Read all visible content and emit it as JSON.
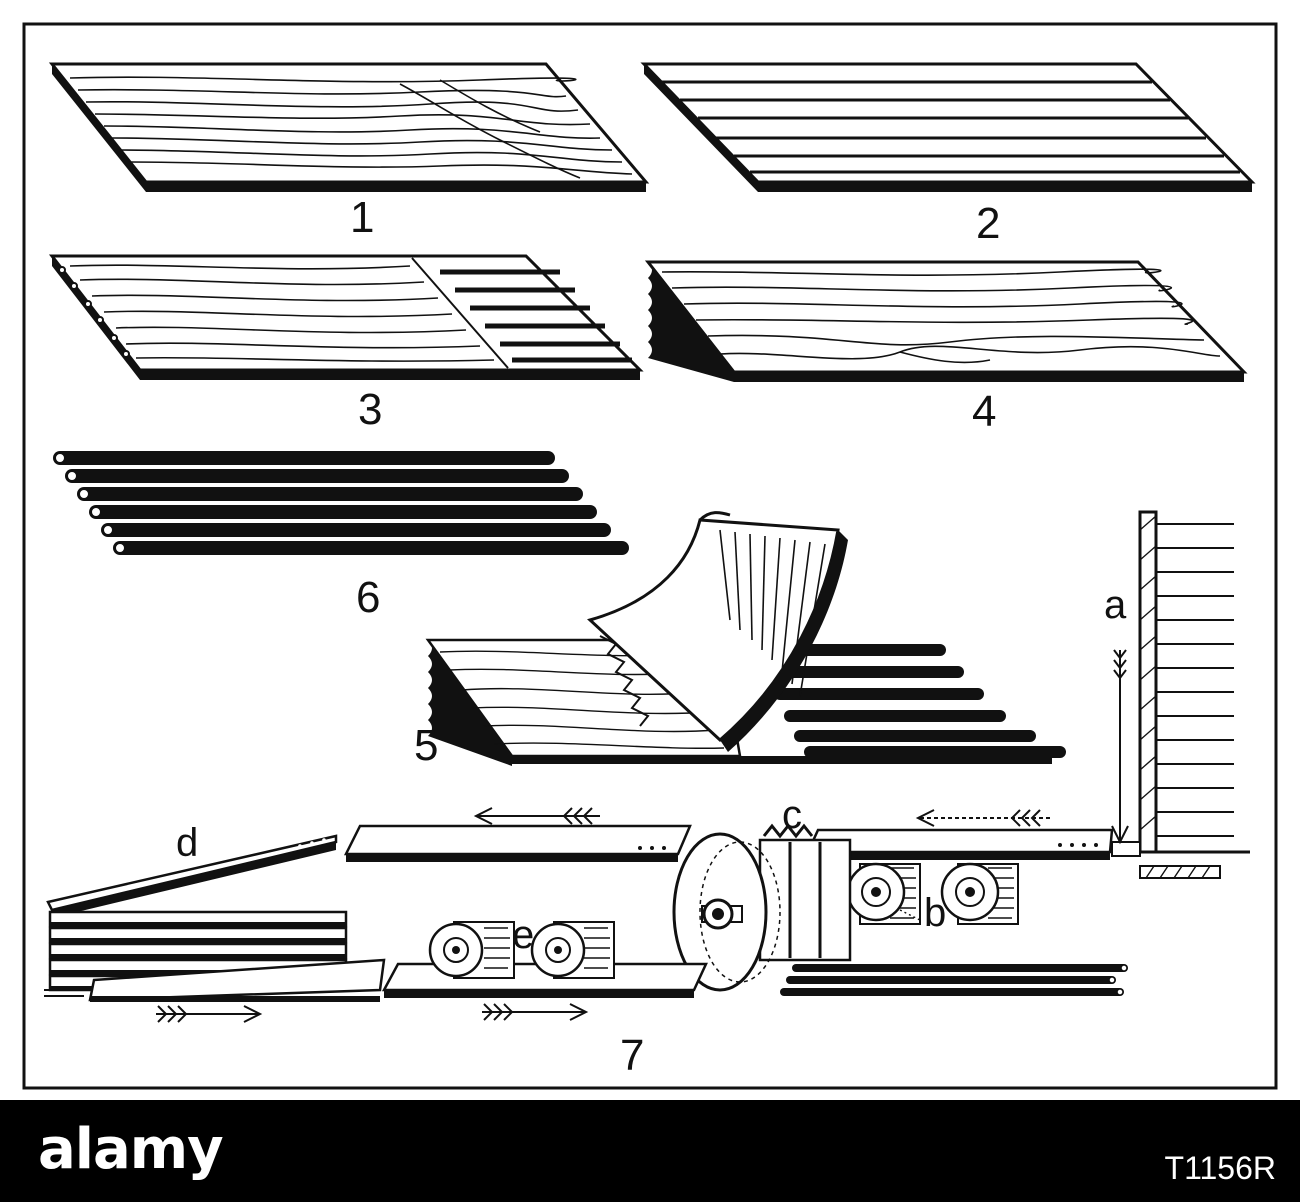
{
  "figure": {
    "labels": {
      "n1": "1",
      "n2": "2",
      "n3": "3",
      "n4": "4",
      "n5": "5",
      "n6": "6",
      "n7": "7",
      "a": "a",
      "b": "b",
      "c": "c",
      "d": "d",
      "e": "e"
    }
  },
  "watermark": {
    "logo": "alamy",
    "ref": "T1156R"
  },
  "colors": {
    "ink": "#111111",
    "paper": "#ffffff",
    "banner": "#000000"
  }
}
